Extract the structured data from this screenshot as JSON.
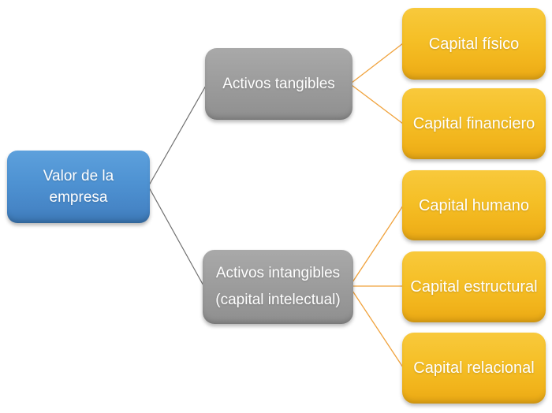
{
  "diagram": {
    "root": {
      "label_line1": "Valor de la",
      "label_line2": "empresa"
    },
    "branches": [
      {
        "id": "activos-tangibles",
        "lines": [
          "Activos tangibles"
        ]
      },
      {
        "id": "activos-intangibles",
        "lines": [
          "Activos intangibles",
          "(capital intelectual)"
        ]
      }
    ],
    "leaves": [
      {
        "id": "capital-fisico",
        "label": "Capital físico"
      },
      {
        "id": "capital-financiero",
        "label": "Capital financiero"
      },
      {
        "id": "capital-humano",
        "label": "Capital humano"
      },
      {
        "id": "capital-estructural",
        "label": "Capital estructural"
      },
      {
        "id": "capital-relacional",
        "label": "Capital relacional"
      }
    ],
    "colors": {
      "root_fill": "#4e92d2",
      "branch_fill": "#9c9c9c",
      "leaf_fill": "#f3ba22",
      "connector_gray": "#6f6f6f",
      "connector_orange": "#f0a23c",
      "text": "#ffffff",
      "background": "#ffffff"
    }
  }
}
